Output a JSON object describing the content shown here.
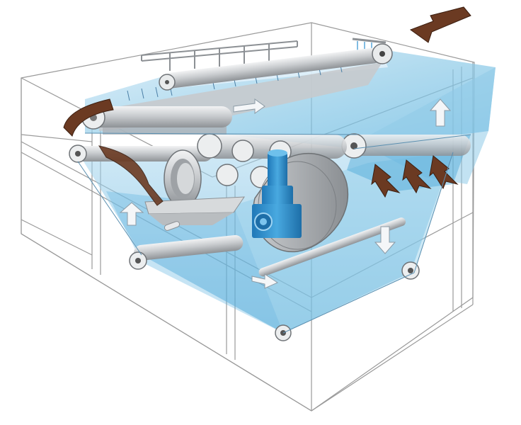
{
  "diagram": {
    "kind": "illustration",
    "components": [
      "machine-frame",
      "filter-belt",
      "roller",
      "spray-bar",
      "drum",
      "gear-motor",
      "drive-housing",
      "scraper-tray",
      "flow-arrow",
      "sludge-arrow"
    ],
    "colors": {
      "belt_fill": "#8fcbe8",
      "belt_dark": "#4aa6d6",
      "belt_light": "#d8eef9",
      "frame_line": "#9a9a9a",
      "roller_gray": "#b8bcc0",
      "sludge_brown": "#6b3a22",
      "motor_blue": "#2c8fd0",
      "arrow_white": "#f4f6f8"
    }
  }
}
